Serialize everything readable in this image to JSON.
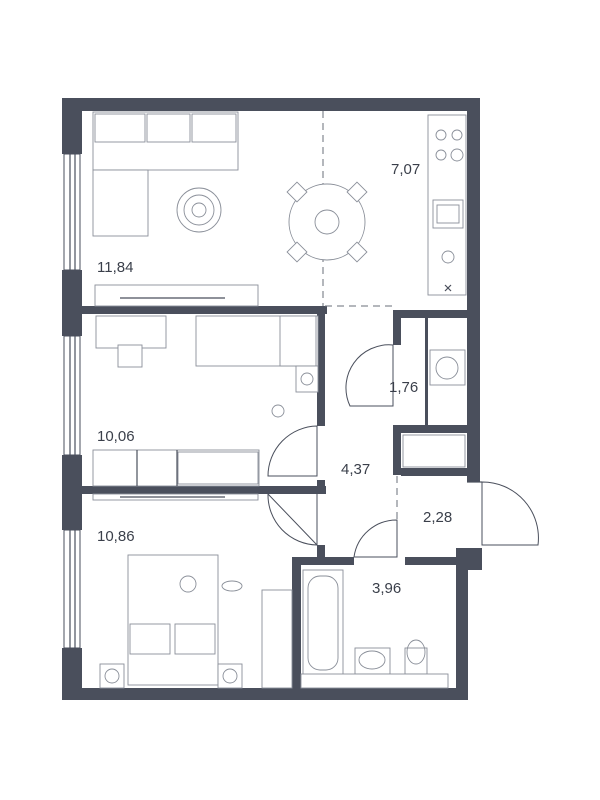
{
  "plan": {
    "rooms": [
      {
        "id": "living-room",
        "area": "11,84"
      },
      {
        "id": "kitchen",
        "area": "7,07"
      },
      {
        "id": "bedroom-1",
        "area": "10,06"
      },
      {
        "id": "bedroom-2",
        "area": "10,86"
      },
      {
        "id": "hallway",
        "area": "4,37"
      },
      {
        "id": "laundry",
        "area": "1,76"
      },
      {
        "id": "entrance",
        "area": "2,28"
      },
      {
        "id": "bathroom",
        "area": "3,96"
      }
    ]
  },
  "colors": {
    "wall": "#4a4f5c",
    "line": "#8a8f99",
    "text": "#3a3f4a"
  }
}
